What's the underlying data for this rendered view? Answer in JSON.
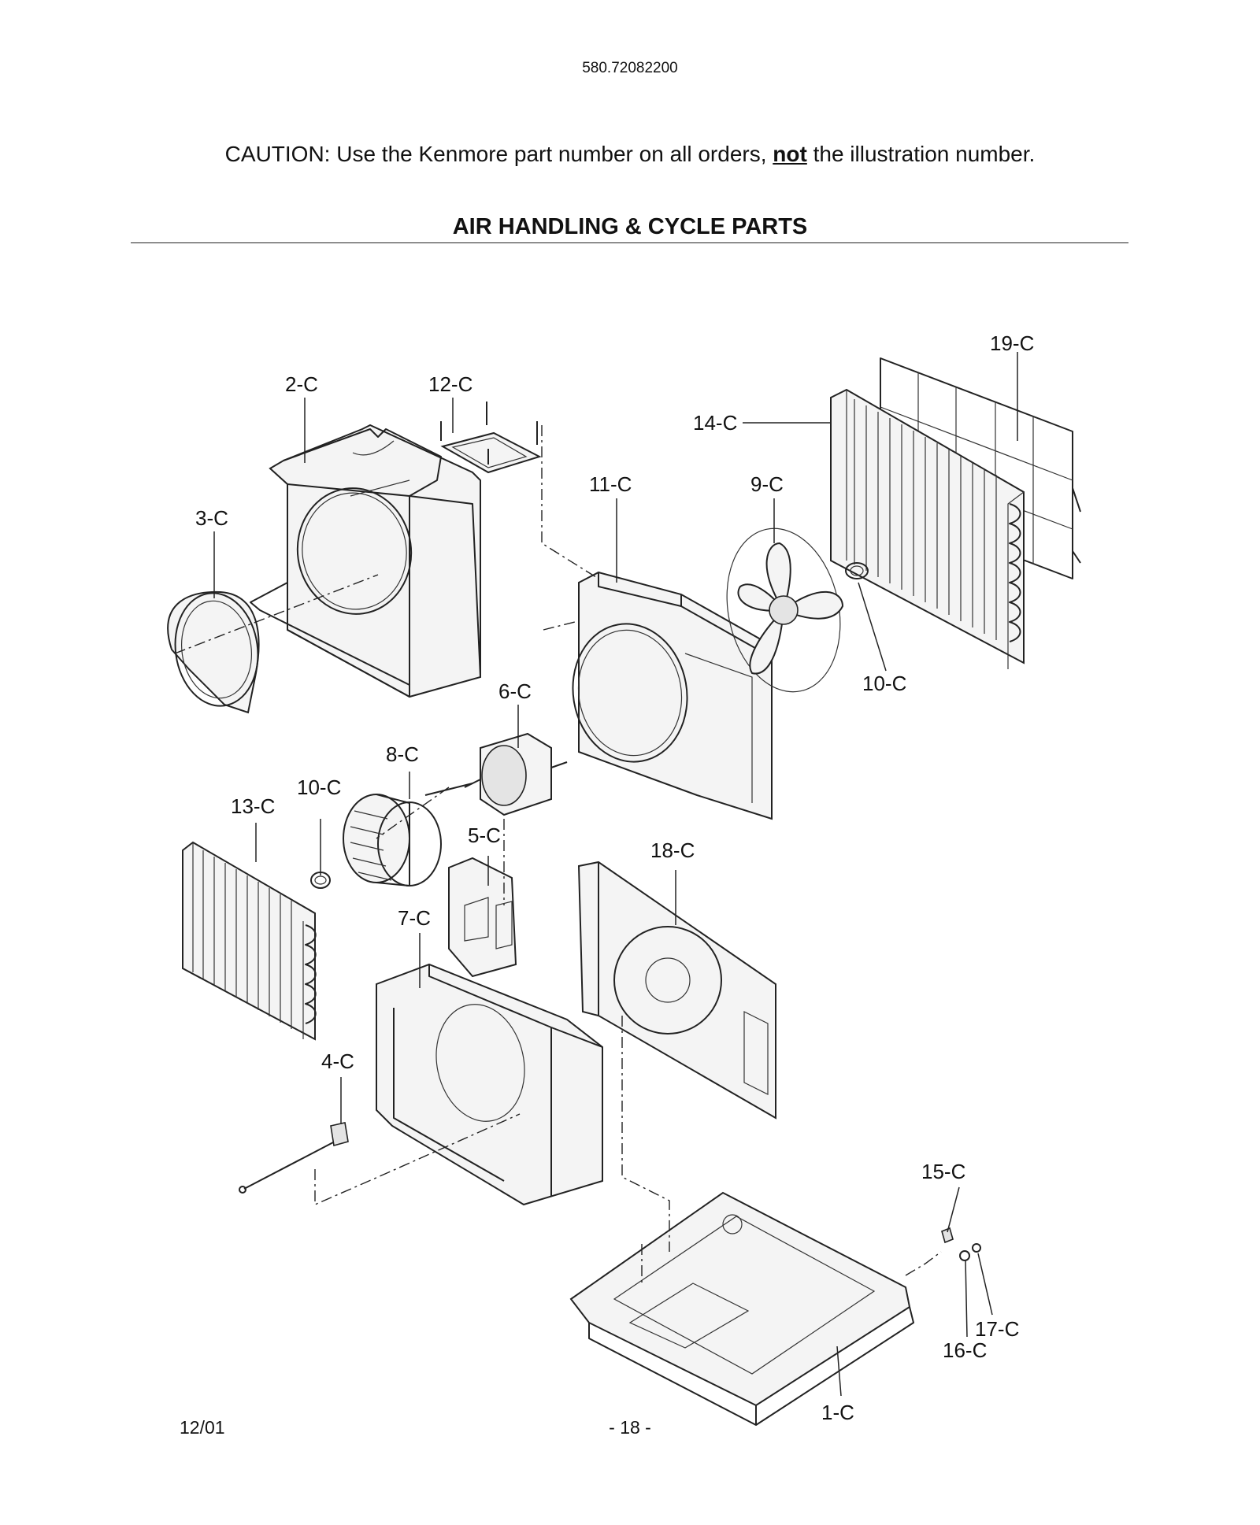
{
  "header": {
    "model_number": "580.72082200",
    "caution_before": "CAUTION: Use the Kenmore part number on all orders, ",
    "caution_emphasis": "not",
    "caution_after": " the illustration number.",
    "section_title": "AIR HANDLING & CYCLE PARTS"
  },
  "callouts": {
    "c19": "19-C",
    "c2": "2-C",
    "c12": "12-C",
    "c14": "14-C",
    "c11": "11-C",
    "c9": "9-C",
    "c3": "3-C",
    "c10a": "10-C",
    "c6": "6-C",
    "c8": "8-C",
    "c10b": "10-C",
    "c13": "13-C",
    "c5": "5-C",
    "c18": "18-C",
    "c7": "7-C",
    "c4": "4-C",
    "c15": "15-C",
    "c17": "17-C",
    "c16": "16-C",
    "c1": "1-C"
  },
  "footer": {
    "date": "12/01",
    "page": "- 18 -"
  }
}
